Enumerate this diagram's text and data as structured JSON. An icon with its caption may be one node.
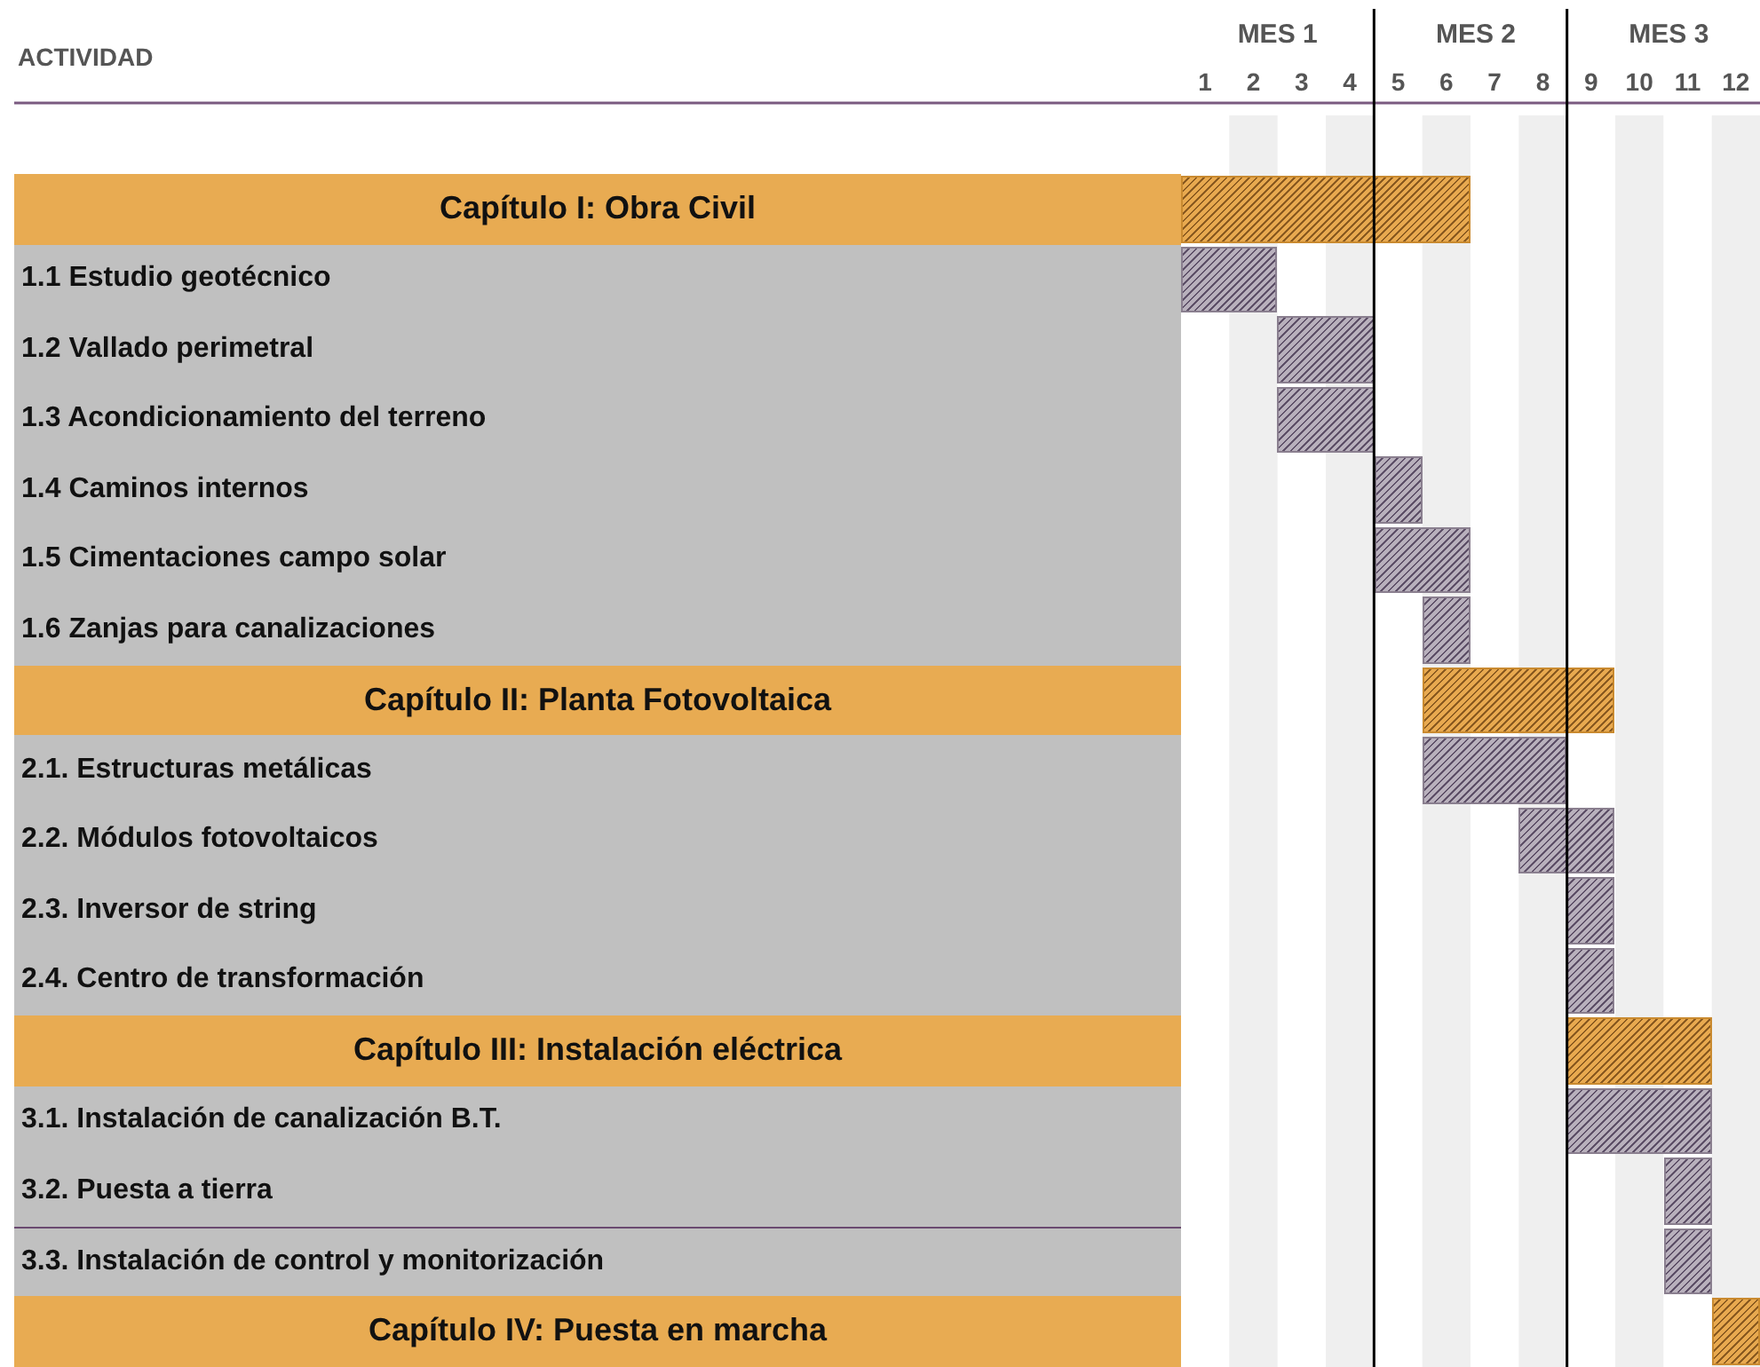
{
  "diagram": {
    "nodes": [
      {
        "text": [
          "Capítulo I: Obra Civil"
        ]
      },
      {
        "text": [
          "1.1 Estudio geotécnico"
        ]
      },
      {
        "text": [
          "1.2 Vallado perimetral"
        ]
      },
      {
        "text": [
          "1.3 Acondicionamiento del terreno"
        ]
      },
      {
        "text": [
          "1.4 Caminos internos"
        ]
      },
      {
        "text": [
          "1.5 Cimentaciones campo solar"
        ]
      },
      {
        "text": [
          "1.6 Zanjas para canalizaciones"
        ]
      },
      {
        "text": [
          "Capítulo II: Planta Fotovoltaica"
        ]
      },
      {
        "text": [
          "2.1. Estructuras metálicas"
        ]
      },
      {
        "text": [
          "2.2. Módulos fotovoltaicos"
        ]
      },
      {
        "text": [
          "2.3. Inversor de string"
        ]
      },
      {
        "text": [
          "2.4. Centro de transformación"
        ]
      },
      {
        "text": [
          "Capítulo III: Instalación eléctrica"
        ]
      },
      {
        "text": [
          "3.1. Instalación de canalización B.T."
        ]
      },
      {
        "text": [
          "3.2. Puesta a tierra"
        ]
      },
      {
        "text": [
          "3.3. Instalación de control y monitorización"
        ]
      },
      {
        "text": [
          "Capítulo IV: Puesta en marcha"
        ]
      },
      {
        "text": [],
        "shape": "bar"
      },
      {
        "text": [],
        "shape": "bar"
      },
      {
        "text": [],
        "shape": "bar"
      },
      {
        "text": [],
        "shape": "bar"
      },
      {
        "text": [],
        "shape": "bar"
      },
      {
        "text": [],
        "shape": "bar"
      },
      {
        "text": [],
        "shape": "bar"
      },
      {
        "text": [],
        "shape": "bar"
      },
      {
        "text": [],
        "shape": "bar"
      },
      {
        "text": [],
        "shape": "bar"
      },
      {
        "text": [],
        "shape": "bar"
      },
      {
        "text": [],
        "shape": "bar"
      },
      {
        "text": [],
        "shape": "bar"
      },
      {
        "text": [],
        "shape": "bar"
      },
      {
        "text": [],
        "shape": "bar"
      },
      {
        "text": [],
        "shape": "bar"
      },
      {
        "text": [],
        "shape": "bar"
      }
    ],
    "labels": [
      "ACTIVIDAD",
      "MES 1",
      "MES 2",
      "MES 3",
      "1",
      "2",
      "3",
      "4",
      "5",
      "6",
      "7",
      "8",
      "9",
      "10",
      "11",
      "12"
    ]
  }
}
